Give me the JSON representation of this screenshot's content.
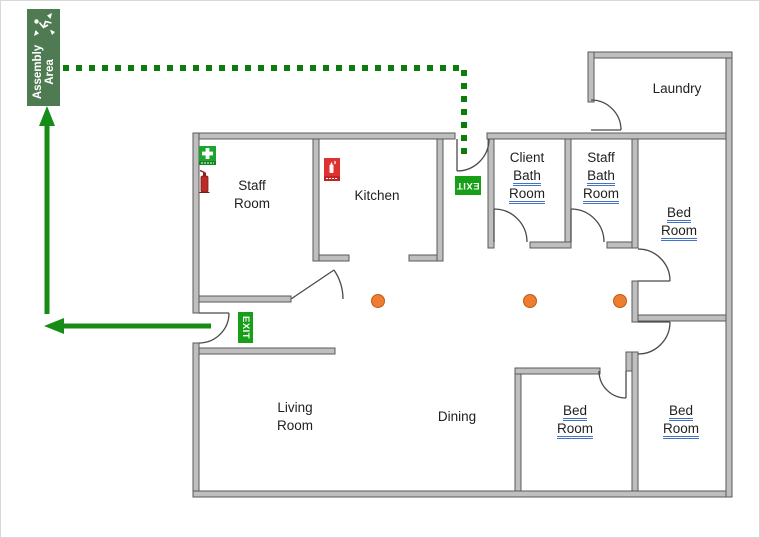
{
  "assembly_sign": {
    "line1": "Assembly",
    "line2": "Area"
  },
  "exit_signs": {
    "top": "EXIT",
    "left": "EXIT"
  },
  "rooms": {
    "staff_room": {
      "lines": [
        "Staff",
        "Room"
      ]
    },
    "kitchen": {
      "lines": [
        "Kitchen"
      ]
    },
    "laundry": {
      "lines": [
        "Laundry"
      ]
    },
    "client_bath": {
      "lines": [
        "Client",
        "Bath",
        "Room"
      ]
    },
    "staff_bath": {
      "lines": [
        "Staff",
        "Bath",
        "Room"
      ]
    },
    "bed_right": {
      "lines": [
        "Bed",
        "Room"
      ]
    },
    "living_room": {
      "lines": [
        "Living",
        "Room"
      ]
    },
    "dining": {
      "lines": [
        "Dining"
      ]
    },
    "bed_bottom_mid": {
      "lines": [
        "Bed",
        "Room"
      ]
    },
    "bed_bottom_right": {
      "lines": [
        "Bed",
        "Room"
      ]
    }
  },
  "detectors": {
    "count": 3
  },
  "icons": {
    "assembly-point-icon": "white running-figures pictogram on green sign",
    "first-aid-icon": "white cross on green square",
    "fire-extinguisher-icon": "red extinguisher silhouette",
    "fire-safety-sign-icon": "white extinguisher pictogram on red sign",
    "smoke-detector-dot": "orange filled circle",
    "door-swing-icon": "quarter-circle door arc"
  },
  "colors": {
    "exit_green": "#17a017",
    "assembly_green": "#4e7b52",
    "route_green": "#0c7d0c",
    "arrow_green": "#168c16",
    "wall_fill": "#bfbfbf",
    "wall_stroke": "#5a5a5a",
    "detector_orange": "#ed7d31",
    "underline_blue": "#4472c4",
    "label_text": "#1f1f1f"
  }
}
